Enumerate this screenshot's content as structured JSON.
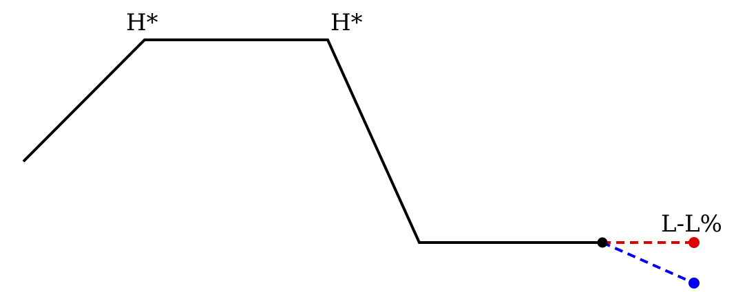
{
  "labels": {
    "peak1": "H*",
    "peak2": "H*",
    "boundary": "L-L%"
  },
  "colors": {
    "contour": "#000000",
    "boundary_red": "#dd0000",
    "boundary_blue": "#0000ee",
    "background": "#ffffff"
  }
}
